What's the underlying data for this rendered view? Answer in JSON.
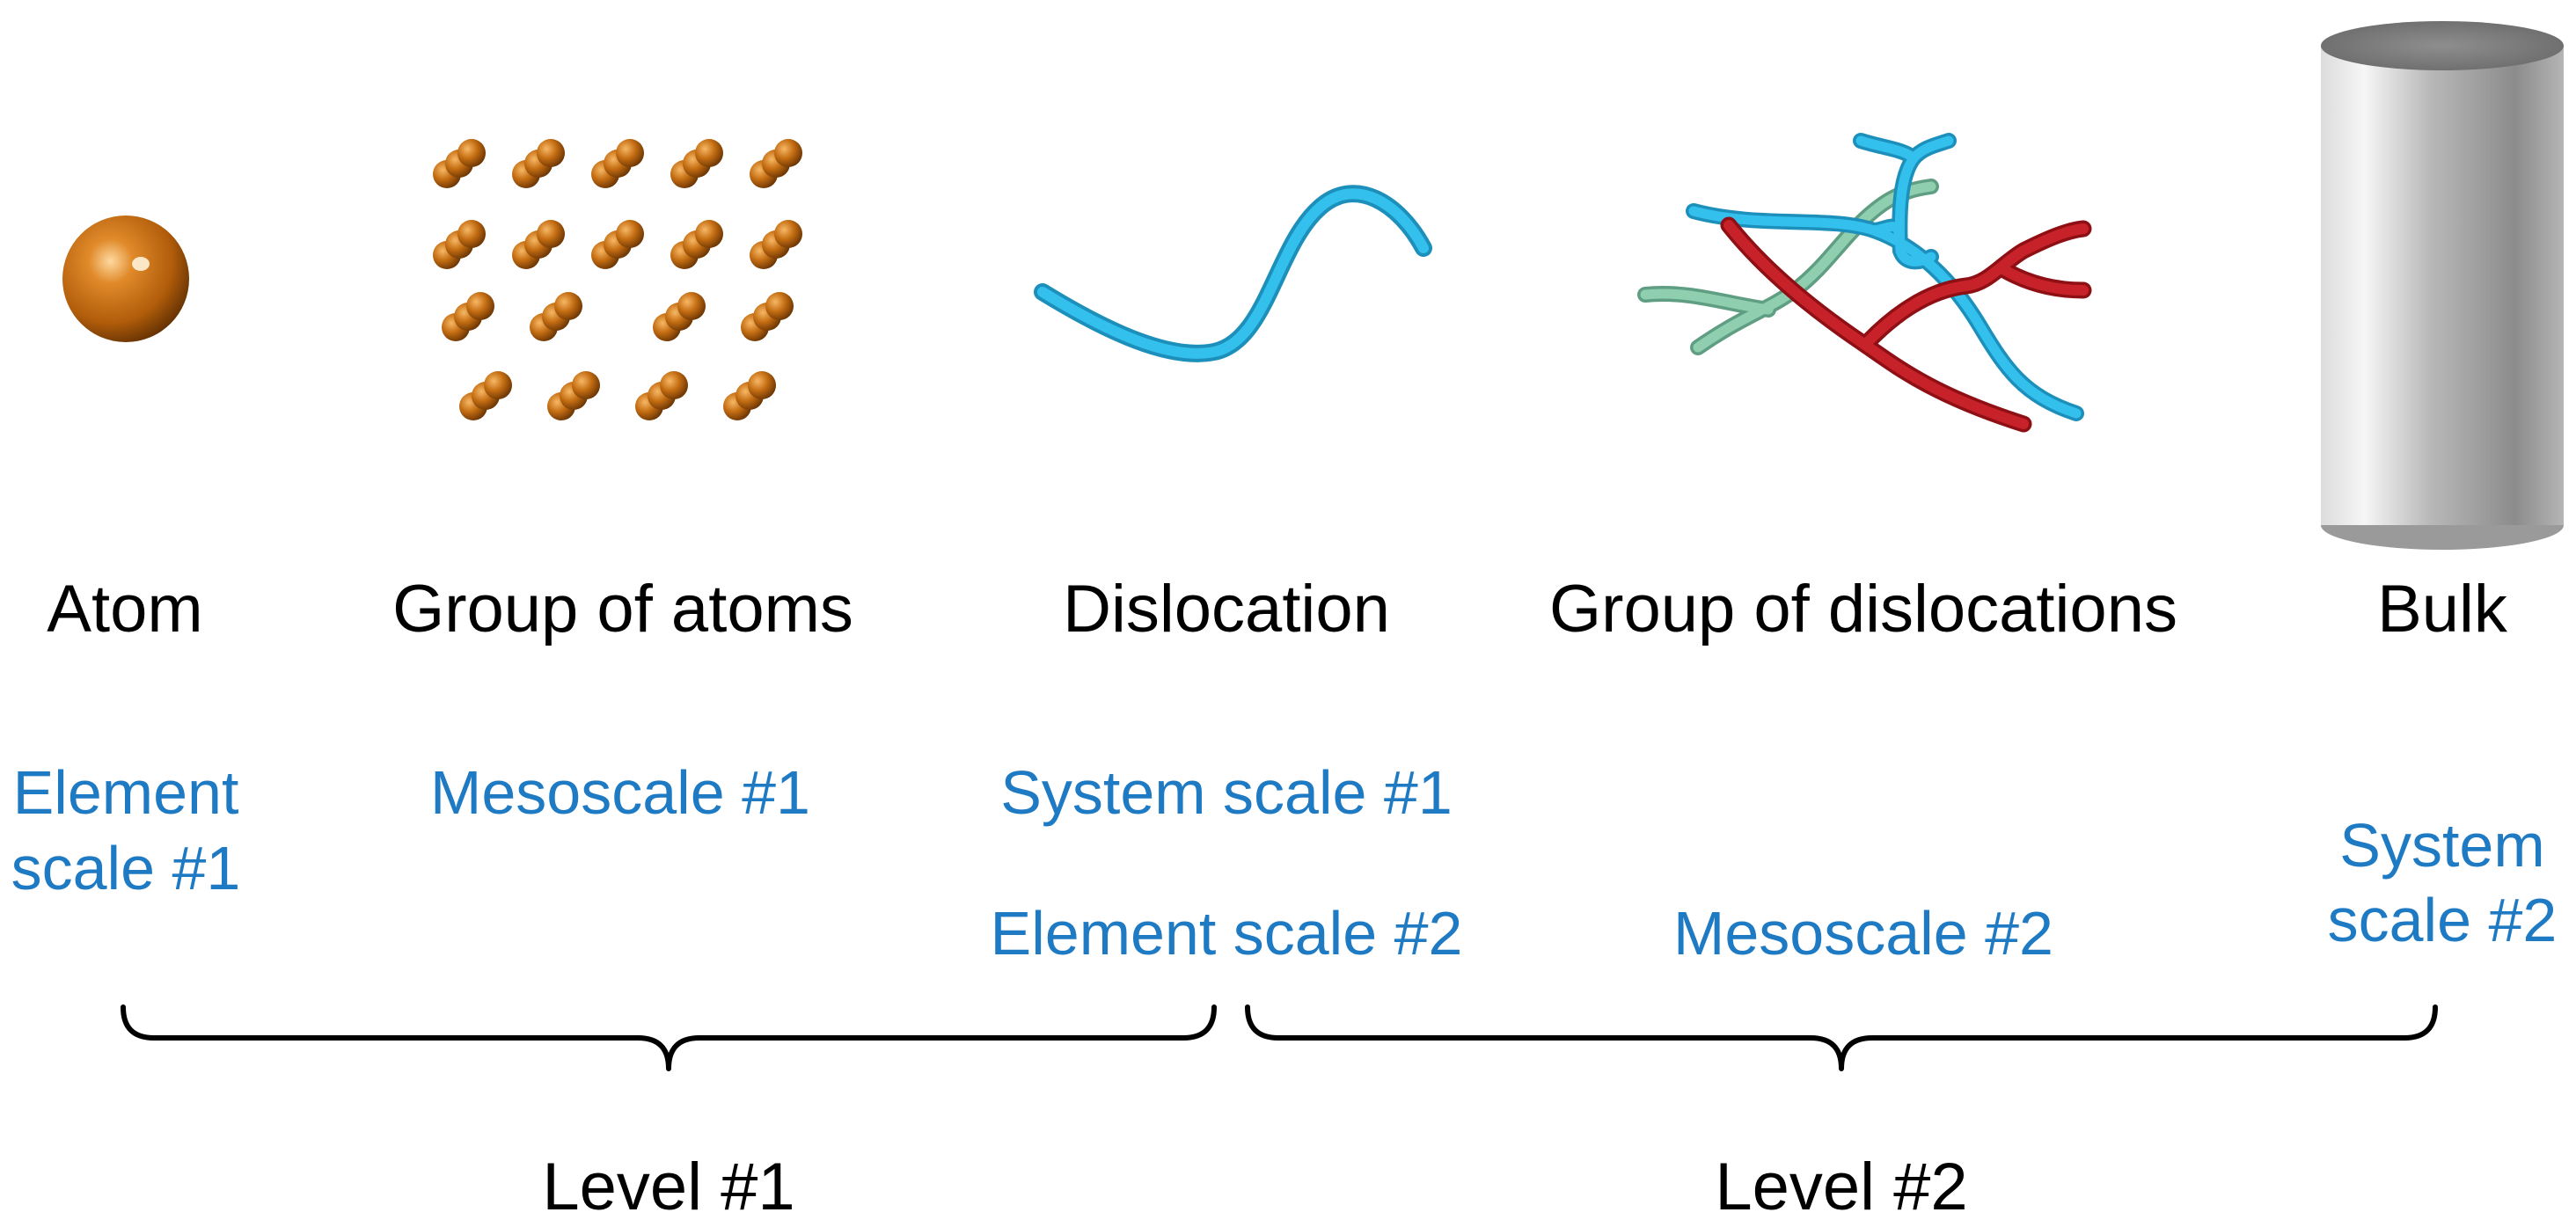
{
  "objects": {
    "atom": "Atom",
    "group_of_atoms": "Group of atoms",
    "dislocation": "Dislocation",
    "group_of_dislocations": "Group of dislocations",
    "bulk": "Bulk"
  },
  "scales": {
    "element_scale_1": [
      "Element",
      "scale #1"
    ],
    "mesoscale_1": "Mesoscale #1",
    "system_scale_1": "System scale #1",
    "element_scale_2": "Element scale #2",
    "mesoscale_2": "Mesoscale #2",
    "system_scale_2": [
      "System",
      "scale #2"
    ]
  },
  "levels": {
    "level_1": "Level #1",
    "level_2": "Level #2"
  },
  "colors": {
    "atom": "#c06a10",
    "atom_dark": "#7a3e05",
    "dislocation_blue": "#29b6e6",
    "dislocation_red": "#c0181f",
    "dislocation_green": "#7fbfa0",
    "bulk_gray": "#9a9a9a",
    "scale_text": "#1f7ac4"
  },
  "icons": [
    "atom-sphere-icon",
    "atom-lattice-icon",
    "dislocation-line-icon",
    "dislocation-network-icon",
    "bulk-cylinder-icon"
  ]
}
